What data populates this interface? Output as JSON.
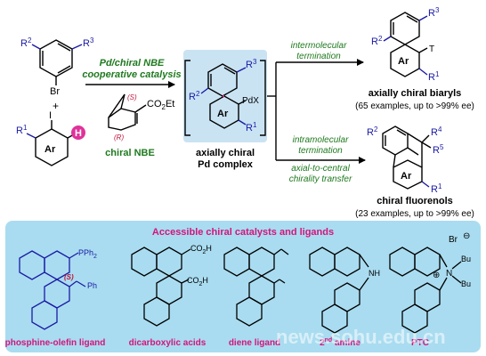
{
  "colors": {
    "bond": "#000000",
    "substituent": "#1a1aa6",
    "conditions_green": "#1f7a1f",
    "stereo_red": "#c0143c",
    "highlight_h": "#e0329b",
    "label_magenta": "#d4147d",
    "panel_fill": "#a9dcf0",
    "intermediate_box": "#c9e3f3"
  },
  "substrates": {
    "aryl_bromide": {
      "r2": "R",
      "r2_sup": "2",
      "br": "Br",
      "r3": "R",
      "r3_sup": "3"
    },
    "plus": "+",
    "arene": {
      "r1": "R",
      "r1_sup": "1",
      "i": "I",
      "ring": "Ar",
      "h": "H"
    }
  },
  "conditions": {
    "line1": "Pd/chiral NBE",
    "line2": "cooperative catalysis",
    "s_label": "(S)",
    "r_label": "(R)",
    "ester": "CO",
    "ester_sub": "2",
    "ester_tail": "Et",
    "nbe_name": "chiral NBE"
  },
  "intermediate": {
    "r2": "R",
    "r2_sup": "2",
    "r3": "R",
    "r3_sup": "3",
    "pdx": "PdX",
    "ring": "Ar",
    "r1": "R",
    "r1_sup": "1",
    "caption_line1": "axially chiral",
    "caption_line2": "Pd complex"
  },
  "top_pathway": {
    "label_line1": "intermolecular",
    "label_line2": "termination",
    "product": {
      "r2": "R",
      "r2_sup": "2",
      "r3": "R",
      "r3_sup": "3",
      "ring": "Ar",
      "t": "T",
      "r1": "R",
      "r1_sup": "1"
    },
    "name": "axially chiral biaryls",
    "scope": "(65 examples, up to >99% ee)"
  },
  "bottom_pathway": {
    "label_line1": "intramolecular",
    "label_line2": "termination",
    "label_line3": "axial-to-central",
    "label_line4": "chirality transfer",
    "product": {
      "r2": "R",
      "r2_sup": "2",
      "r4": "R",
      "r4_sup": "4",
      "r5": "R",
      "r5_sup": "5",
      "ring": "Ar",
      "r1": "R",
      "r1_sup": "1"
    },
    "name": "chiral fluorenols",
    "scope": "(23 examples, up to >99% ee)"
  },
  "catalysts_panel": {
    "title": "Accessible chiral catalysts and ligands",
    "pph2": "PPh",
    "pph2_sub": "2",
    "ph": "Ph",
    "s_label": "(S)",
    "co2h": "CO",
    "co2h_sub": "2",
    "co2h_tail": "H",
    "nh": "NH",
    "br_minus": "Br",
    "minus": "⊖",
    "plus_circle": "⊕",
    "n": "N",
    "bu": "Bu",
    "labels": {
      "ligand1": "phosphine-olefin ligand",
      "ligand2": "dicarboxylic acids",
      "ligand3": "diene ligand",
      "ligand4_pre": "2",
      "ligand4_sup": "nd",
      "ligand4_post": " amine",
      "ligand5": "PTC"
    }
  },
  "watermark": "news.sohu.edu.cn"
}
